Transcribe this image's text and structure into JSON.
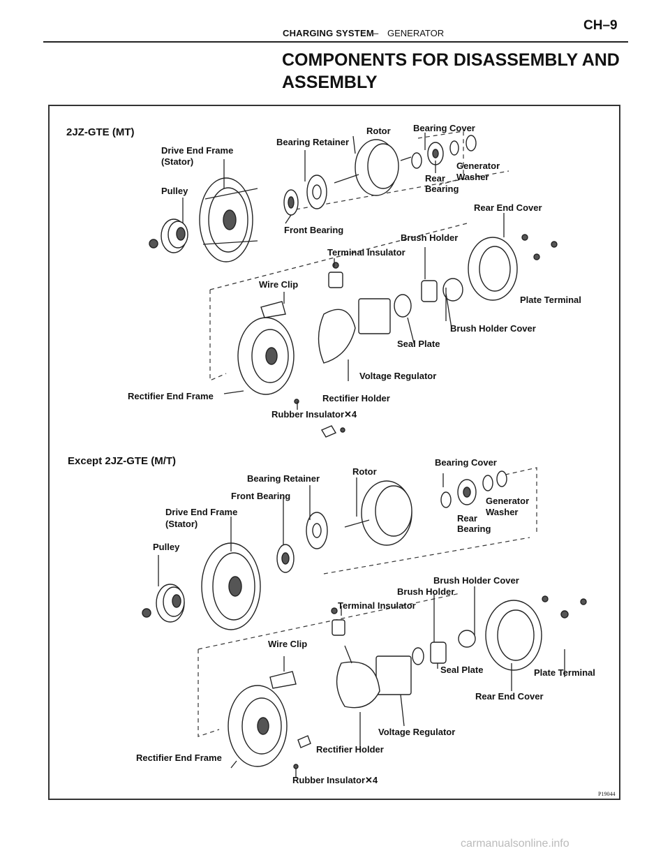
{
  "header": {
    "section": "CHARGING SYSTEM",
    "separator": "–",
    "subsection": "GENERATOR",
    "page_code": "CH–9"
  },
  "title": "COMPONENTS FOR DISASSEMBLY AND ASSEMBLY",
  "figure_code": "P19044",
  "watermark": "carmanualsonline.info",
  "diagram_top": {
    "heading": "2JZ-GTE (MT)",
    "labels": {
      "drive_end_frame": "Drive End Frame",
      "stator": "(Stator)",
      "bearing_retainer": "Bearing Retainer",
      "rotor": "Rotor",
      "bearing_cover": "Bearing Cover",
      "generator": "Generator",
      "washer": "Washer",
      "rear": "Rear",
      "bearing": "Bearing",
      "pulley": "Pulley",
      "front_bearing": "Front Bearing",
      "rear_end_cover": "Rear End Cover",
      "brush_holder": "Brush Holder",
      "terminal_insulator": "Terminal Insulator",
      "wire_clip": "Wire Clip",
      "plate_terminal": "Plate Terminal",
      "brush_holder_cover": "Brush Holder Cover",
      "seal_plate": "Seal Plate",
      "voltage_regulator": "Voltage Regulator",
      "rectifier_end_frame": "Rectifier End Frame",
      "rectifier_holder": "Rectifier Holder",
      "rubber_insulator": "Rubber Insulator✕4"
    }
  },
  "diagram_bottom": {
    "heading": "Except 2JZ-GTE (M/T)",
    "labels": {
      "bearing_retainer": "Bearing Retainer",
      "rotor": "Rotor",
      "bearing_cover": "Bearing Cover",
      "front_bearing": "Front Bearing",
      "drive_end_frame": "Drive End Frame",
      "stator": "(Stator)",
      "generator": "Generator",
      "washer": "Washer",
      "rear": "Rear",
      "bearing": "Bearing",
      "pulley": "Pulley",
      "brush_holder_cover": "Brush Holder Cover",
      "brush_holder": "Brush Holder",
      "terminal_insulator": "Terminal Insulator",
      "wire_clip": "Wire Clip",
      "seal_plate": "Seal Plate",
      "plate_terminal": "Plate Terminal",
      "rear_end_cover": "Rear End Cover",
      "voltage_regulator": "Voltage Regulator",
      "rectifier_end_frame": "Rectifier End Frame",
      "rectifier_holder": "Rectifier Holder",
      "rubber_insulator": "Rubber Insulator✕4"
    }
  }
}
